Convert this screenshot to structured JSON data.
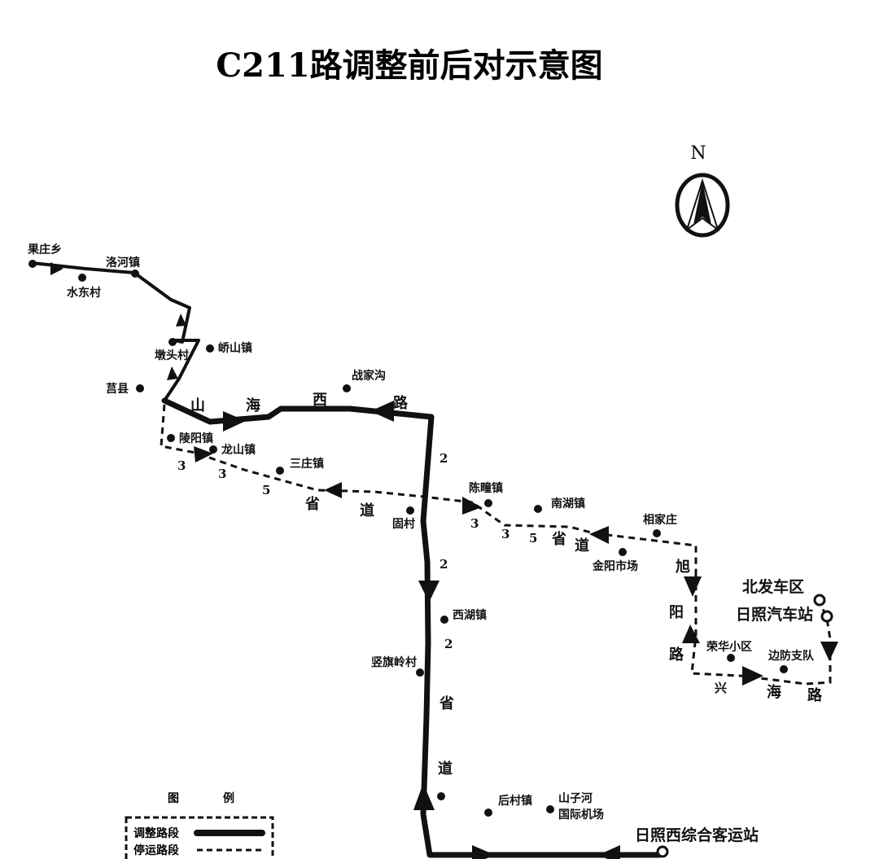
{
  "title": "C211路调整前后对示意图",
  "compass": {
    "label": "N"
  },
  "legend": {
    "title_1": "图",
    "title_2": "例",
    "adjusted": "调整路段",
    "suspended": "停运路段"
  },
  "stops": {
    "guozhuang": "果庄乡",
    "shuidong": "水东村",
    "luohe": "洛河镇",
    "duntou": "墩头村",
    "qiaoshan": "峤山镇",
    "juxian": "莒县",
    "zhanjiagou": "战家沟",
    "lingyang": "陵阳镇",
    "longshan": "龙山镇",
    "sanzhuang": "三庄镇",
    "chenqiang": "陈疃镇",
    "nanhu": "南湖镇",
    "guocun": "固村",
    "xiangjiazhuang": "相家庄",
    "jinyang": "金阳市场",
    "xihu": "西湖镇",
    "shuqiling": "竖旗岭村",
    "ronghua": "荣华小区",
    "bianfang": "边防支队",
    "houcun": "后村镇",
    "shanzihe_1": "山子河",
    "shanzihe_2": "国际机场",
    "beifa": "北发车区",
    "rizhao_bus": "日照汽车站",
    "rizhao_west": "日照西综合客运站"
  },
  "roads": {
    "shanhai_1": "山",
    "shanhai_2": "海",
    "shanhai_3": "西",
    "shanhai_4": "路",
    "s335a_1": "3",
    "s335a_2": "3",
    "s335a_3": "5",
    "s335a_4": "省",
    "s335a_5": "道",
    "s222_1": "2",
    "s222_2": "2",
    "s222_3": "2",
    "s222_4": "省",
    "s222_5": "道",
    "s335b_1": "3",
    "s335b_2": "3",
    "s335b_3": "5",
    "s335b_4": "省",
    "s335b_5": "道",
    "xuyang_1": "旭",
    "xuyang_2": "阳",
    "xuyang_3": "路",
    "xinghai_1": "兴",
    "xinghai_2": "海",
    "xinghai_3": "路"
  },
  "colors": {
    "ink": "#111111",
    "paper": "#ffffff"
  }
}
